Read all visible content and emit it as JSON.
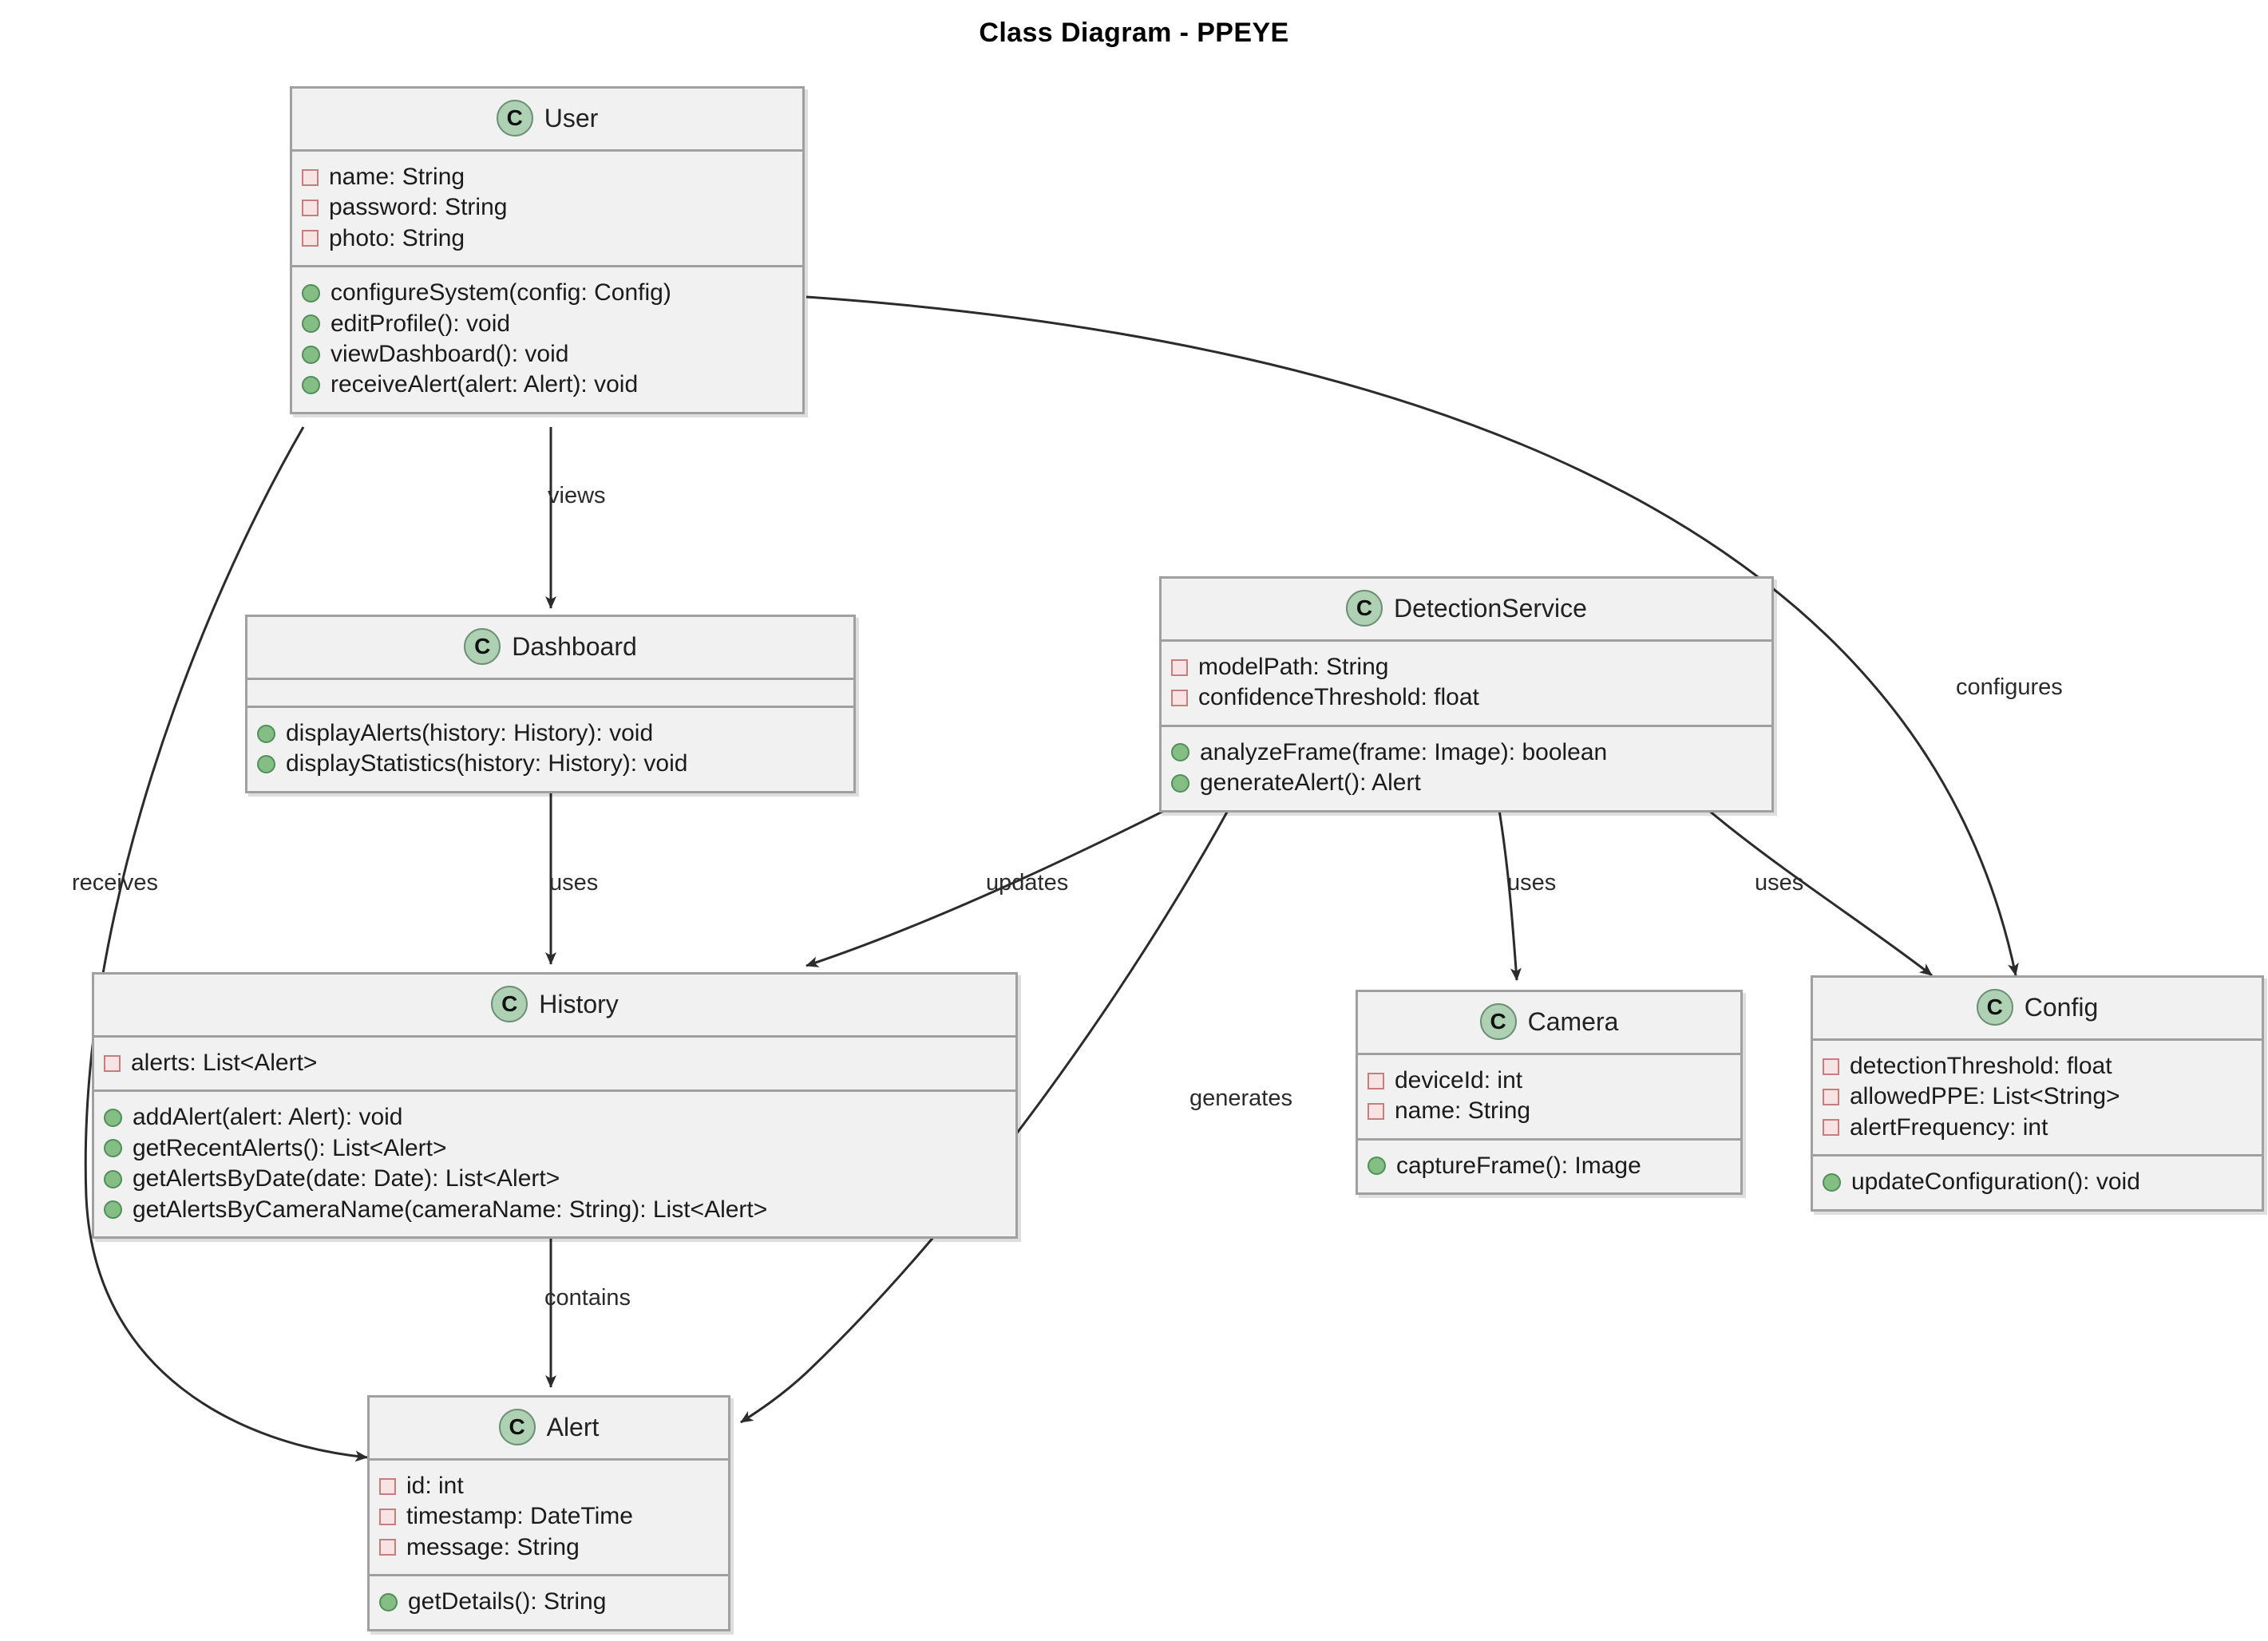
{
  "title": "Class Diagram - PPEYE",
  "colors": {
    "class_icon_fill": "#ADD1B2",
    "field_icon_fill": "#F7E3E3",
    "field_icon_border": "#C57E7E",
    "method_icon_fill": "#84BE84",
    "method_icon_border": "#4F8F58",
    "box_fill": "#F1F1F1",
    "box_border": "#A0A0A0",
    "edge_stroke": "#2B2B2B"
  },
  "class_icon_letter": "C",
  "classes": [
    {
      "id": "user",
      "name": "User",
      "attributes": [
        "name: String",
        "password: String",
        "photo: String"
      ],
      "methods": [
        "configureSystem(config: Config)",
        "editProfile(): void",
        "viewDashboard(): void",
        "receiveAlert(alert: Alert): void"
      ]
    },
    {
      "id": "dashboard",
      "name": "Dashboard",
      "attributes": [],
      "methods": [
        "displayAlerts(history: History): void",
        "displayStatistics(history: History): void"
      ]
    },
    {
      "id": "detectionservice",
      "name": "DetectionService",
      "attributes": [
        "modelPath: String",
        "confidenceThreshold: float"
      ],
      "methods": [
        "analyzeFrame(frame: Image): boolean",
        "generateAlert(): Alert"
      ]
    },
    {
      "id": "history",
      "name": "History",
      "attributes": [
        "alerts: List<Alert>"
      ],
      "methods": [
        "addAlert(alert: Alert): void",
        "getRecentAlerts(): List<Alert>",
        "getAlertsByDate(date: Date): List<Alert>",
        "getAlertsByCameraName(cameraName: String): List<Alert>"
      ]
    },
    {
      "id": "camera",
      "name": "Camera",
      "attributes": [
        "deviceId: int",
        "name: String"
      ],
      "methods": [
        "captureFrame(): Image"
      ]
    },
    {
      "id": "config",
      "name": "Config",
      "attributes": [
        "detectionThreshold: float",
        "allowedPPE: List<String>",
        "alertFrequency: int"
      ],
      "methods": [
        "updateConfiguration(): void"
      ]
    },
    {
      "id": "alert",
      "name": "Alert",
      "attributes": [
        "id: int",
        "timestamp: DateTime",
        "message: String"
      ],
      "methods": [
        "getDetails(): String"
      ]
    }
  ],
  "relationships": [
    {
      "id": "user-dashboard",
      "from": "User",
      "to": "Dashboard",
      "label": "views"
    },
    {
      "id": "user-alert",
      "from": "User",
      "to": "Alert",
      "label": "receives"
    },
    {
      "id": "user-config",
      "from": "User",
      "to": "Config",
      "label": "configures"
    },
    {
      "id": "dashboard-history",
      "from": "Dashboard",
      "to": "History",
      "label": "uses"
    },
    {
      "id": "detection-history",
      "from": "DetectionService",
      "to": "History",
      "label": "updates"
    },
    {
      "id": "detection-camera",
      "from": "DetectionService",
      "to": "Camera",
      "label": "uses"
    },
    {
      "id": "detection-config",
      "from": "DetectionService",
      "to": "Config",
      "label": "uses"
    },
    {
      "id": "detection-alert",
      "from": "DetectionService",
      "to": "Alert",
      "label": "generates"
    },
    {
      "id": "history-alert",
      "from": "History",
      "to": "Alert",
      "label": "contains"
    }
  ]
}
